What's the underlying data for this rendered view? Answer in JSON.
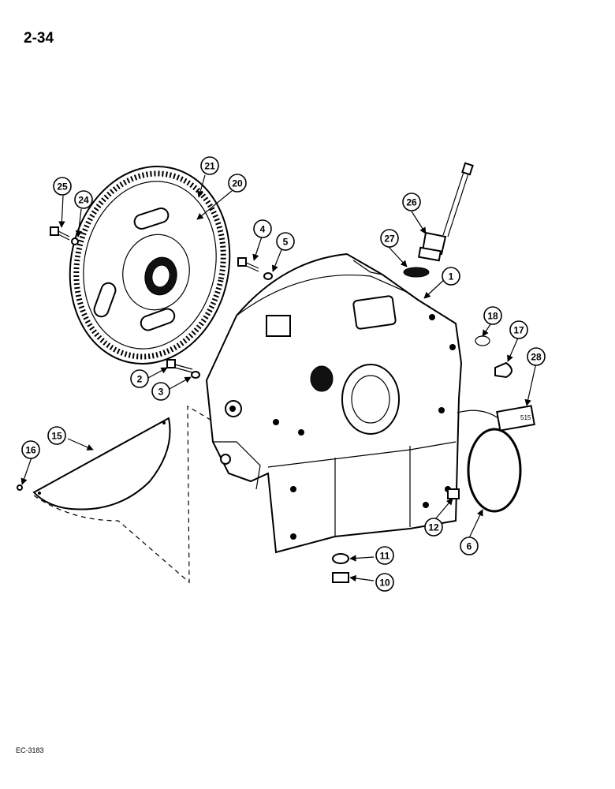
{
  "page_number": "2-34",
  "figure_code": "EC-3183",
  "callouts": [
    "1",
    "2",
    "3",
    "4",
    "5",
    "6",
    "10",
    "11",
    "12",
    "15",
    "16",
    "17",
    "18",
    "20",
    "21",
    "24",
    "25",
    "26",
    "27",
    "28"
  ],
  "sensor_label": "515"
}
